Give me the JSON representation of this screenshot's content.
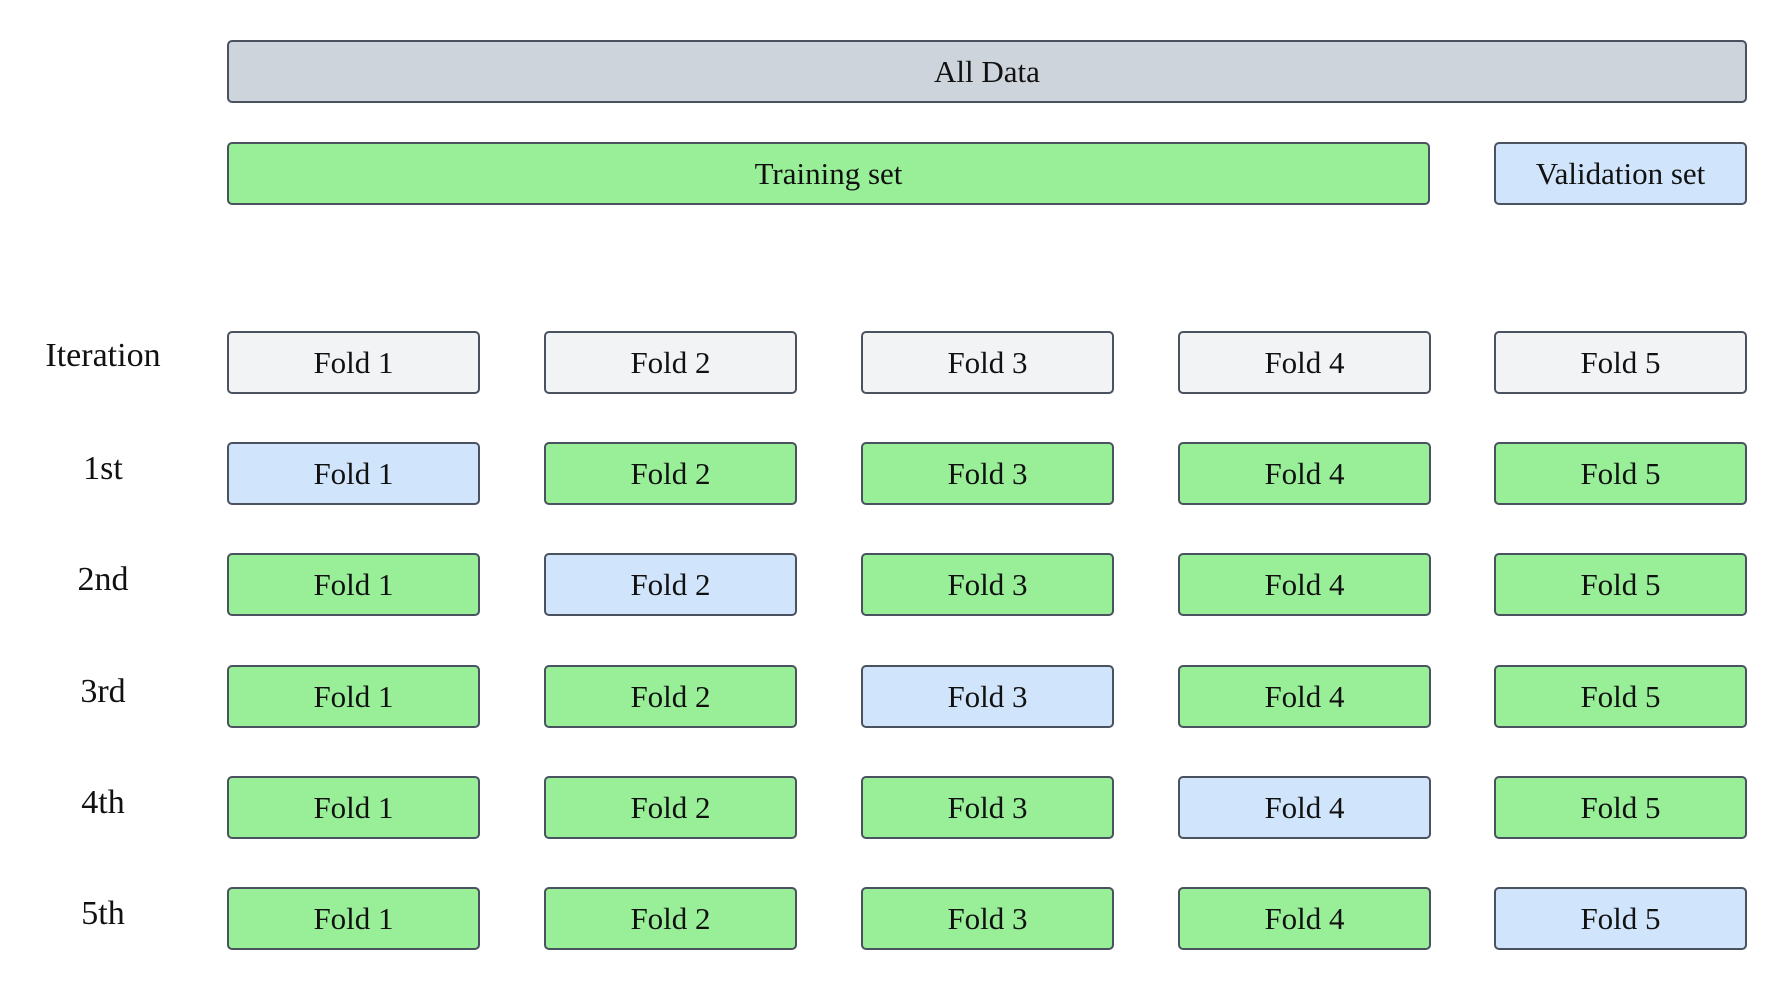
{
  "colors": {
    "all_data": "#CDD4DC",
    "training": "#98EF98",
    "validation": "#D0E4FC",
    "header": "#F2F3F5",
    "border": "#4A5260"
  },
  "top": {
    "all_data": "All Data",
    "training_set": "Training set",
    "validation_set": "Validation set"
  },
  "grid": {
    "header_label": "Iteration",
    "fold_labels": [
      "Fold 1",
      "Fold 2",
      "Fold 3",
      "Fold 4",
      "Fold 5"
    ],
    "iterations": [
      {
        "label": "1st",
        "validation_fold": 1
      },
      {
        "label": "2nd",
        "validation_fold": 2
      },
      {
        "label": "3rd",
        "validation_fold": 3
      },
      {
        "label": "4th",
        "validation_fold": 4
      },
      {
        "label": "5th",
        "validation_fold": 5
      }
    ]
  }
}
